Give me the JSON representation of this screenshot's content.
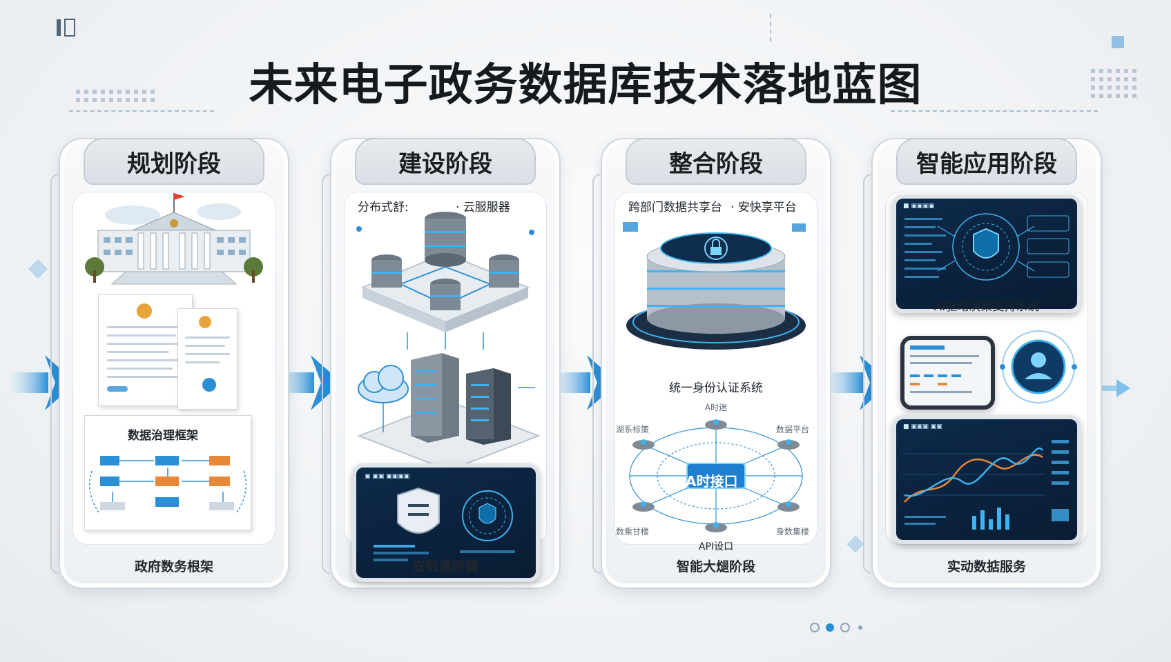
{
  "title": "未来电子政务数据库技术落地蓝图",
  "colors": {
    "accent": "#2b8fd6",
    "orange": "#e8893a",
    "dark_screen": "#0c2a4a"
  },
  "stages": [
    {
      "title": "规划阶段",
      "footer": "政府数务根架",
      "labels": {
        "framework": "数据治理框架"
      },
      "icons": [
        "government-building-icon",
        "document-stack-icon",
        "flowchart-icon"
      ]
    },
    {
      "title": "建设阶段",
      "footer": "安效落阶辑",
      "labels": {
        "left": "分布式舒:",
        "right": "· 云服服器"
      },
      "icons": [
        "server-cluster-icon",
        "cloud-icon",
        "rack-server-icon",
        "security-dashboard-icon"
      ]
    },
    {
      "title": "整合阶段",
      "footer": "智能大煺阶段",
      "labels": {
        "top_left": "跨部门数据共享台",
        "top_right": "· 安快享平台",
        "identity": "统一身份认证系统",
        "net_title": "A时迷",
        "api_center": "A时接口",
        "api_bottom": "API设口",
        "node_tl": "湖系标策",
        "node_tr": "数据平台",
        "node_bl": "数乘甘楼",
        "node_br": "身数集楼"
      },
      "icons": [
        "database-stack-icon",
        "lock-icon",
        "api-network-icon"
      ]
    },
    {
      "title": "智能应用阶段",
      "footer": "实动数掂服务",
      "labels": {
        "ai": "AI驱动决策支持系统"
      },
      "icons": [
        "shield-dashboard-icon",
        "tablet-dashboard-icon",
        "user-profile-icon",
        "analytics-chart-icon"
      ]
    }
  ]
}
